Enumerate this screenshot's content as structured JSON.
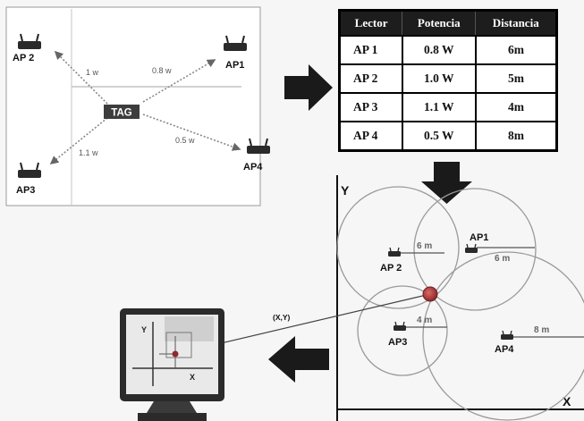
{
  "top_diagram": {
    "tag_label": "TAG",
    "ap_labels": {
      "ap2": "AP 2",
      "ap1": "AP1",
      "ap3": "AP3",
      "ap4": "AP4"
    },
    "power_labels": {
      "ap2": "1 w",
      "ap1": "0.8 w",
      "ap3": "1.1 w",
      "ap4": "0.5 w"
    }
  },
  "table": {
    "headers": [
      "Lector",
      "Potencia",
      "Distancia"
    ],
    "rows": [
      [
        "AP 1",
        "0.8 W",
        "6m"
      ],
      [
        "AP 2",
        "1.0 W",
        "5m"
      ],
      [
        "AP 3",
        "1.1 W",
        "4m"
      ],
      [
        "AP 4",
        "0.5 W",
        "8m"
      ]
    ]
  },
  "trilateration": {
    "y_axis_label": "Y",
    "x_axis_label": "X",
    "ap_labels": {
      "ap1": "AP1",
      "ap2": "AP 2",
      "ap3": "AP3",
      "ap4": "AP4"
    },
    "radius_labels": {
      "ap2": "6 m",
      "ap1": "6 m",
      "ap3": "4 m",
      "ap4": "8 m"
    },
    "point_label": "(X,Y)"
  },
  "monitor": {
    "y_label": "Y",
    "x_label": "X"
  }
}
